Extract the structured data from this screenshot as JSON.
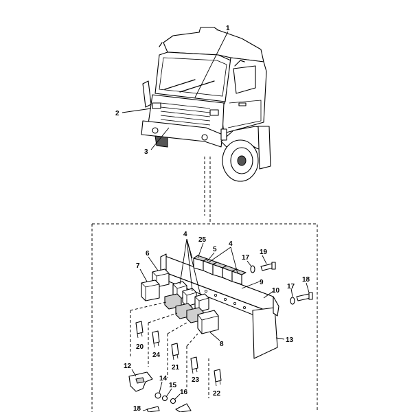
{
  "callouts": {
    "c1": "1",
    "c2": "2",
    "c3": "3",
    "c4a": "4",
    "c4b": "4",
    "c5": "5",
    "c6": "6",
    "c7": "7",
    "c8": "8",
    "c9": "9",
    "c10": "10",
    "c12": "12",
    "c13": "13",
    "c14": "14",
    "c15": "15",
    "c16": "16",
    "c17a": "17",
    "c17b": "17",
    "c18a": "18",
    "c18b": "18",
    "c19": "19",
    "c20": "20",
    "c21": "21",
    "c22": "22",
    "c23": "23",
    "c24": "24",
    "c25": "25"
  }
}
